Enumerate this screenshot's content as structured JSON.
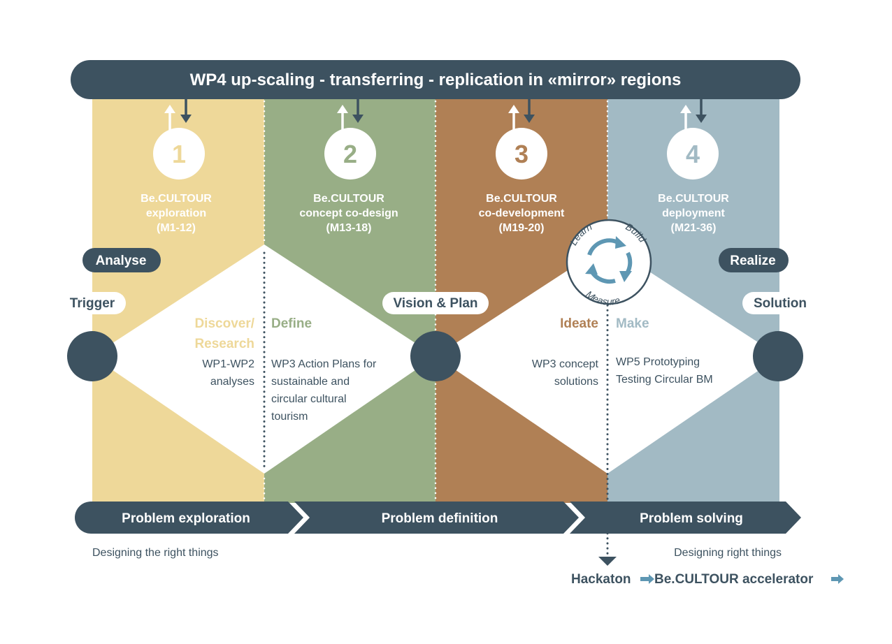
{
  "banner": {
    "title": "WP4 up-scaling - transferring - replication in «mirror» regions"
  },
  "phases": [
    {
      "number": "1",
      "lines": [
        "Be.CULTOUR",
        "exploration",
        "(M1-12)"
      ],
      "color": "#eed899",
      "numColor": "#eed899"
    },
    {
      "number": "2",
      "lines": [
        "Be.CULTOUR",
        "concept co-design",
        "(M13-18)"
      ],
      "color": "#98ae86",
      "numColor": "#98ae86"
    },
    {
      "number": "3",
      "lines": [
        "Be.CULTOUR",
        "co-development",
        "(M19-20)"
      ],
      "color": "#b08055",
      "numColor": "#b08055"
    },
    {
      "number": "4",
      "lines": [
        "Be.CULTOUR",
        "deployment",
        "(M21-36)"
      ],
      "color": "#a2bac4",
      "numColor": "#a2bac4"
    }
  ],
  "tags": {
    "analyse": "Analyse",
    "realize": "Realize"
  },
  "milestones": {
    "trigger": "Trigger",
    "vision": "Vision & Plan",
    "solution": "Solution"
  },
  "stages": {
    "discover": {
      "title_lines": [
        "Discover/",
        "Research"
      ],
      "desc_lines": [
        "WP1-WP2",
        "analyses"
      ]
    },
    "define": {
      "title": "Define",
      "desc_lines": [
        "WP3 Action Plans for",
        "sustainable and",
        "circular cultural",
        "tourism"
      ]
    },
    "ideate": {
      "title": "Ideate",
      "desc_lines": [
        "WP3 concept",
        "solutions"
      ]
    },
    "make": {
      "title": "Make",
      "desc_lines": [
        "WP5 Prototyping",
        "Testing Circular BM"
      ]
    }
  },
  "cycle": {
    "learn": "Learn",
    "build": "Build",
    "measure": "Measure"
  },
  "bottom": {
    "exploration": "Problem exploration",
    "definition": "Problem definition",
    "solving": "Problem solving"
  },
  "captions": {
    "left": "Designing the right things",
    "right": "Designing right things"
  },
  "footer": {
    "hackaton": "Hackaton",
    "accelerator": "Be.CULTOUR accelerator"
  },
  "colors": {
    "dark": "#3d5260",
    "arrowBlue": "#5e97b3"
  }
}
